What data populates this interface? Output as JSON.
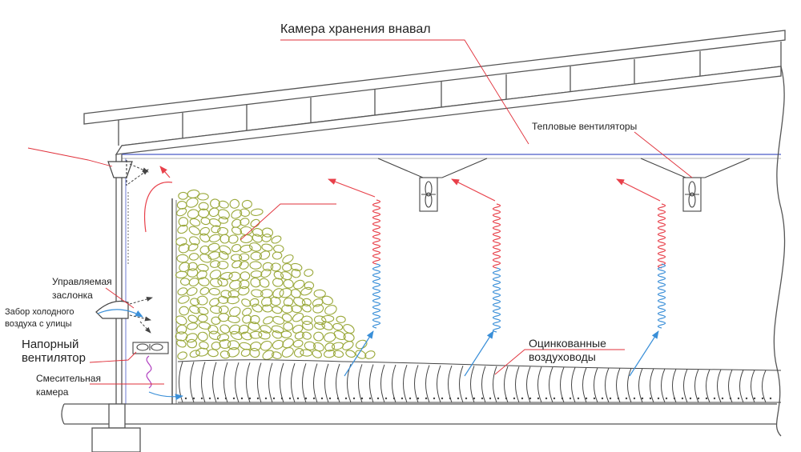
{
  "labels": {
    "storage_chamber": "Камера хранения внавал",
    "heat_fans": "Тепловые вентиляторы",
    "controlled_damper_line1": "Управляемая",
    "controlled_damper_line2": "заслонка",
    "cold_air_intake_line1": "Забор холодного",
    "cold_air_intake_line2": "воздуха с улицы",
    "pressure_fan_line1": "Напорный",
    "pressure_fan_line2": "вентилятор",
    "mixing_chamber_line1": "Смесительная",
    "mixing_chamber_line2": "камера",
    "ducts_line1": "Оцинкованные",
    "ducts_line2": "воздуховоды"
  },
  "colors": {
    "structure": "#555555",
    "leader_line": "#e0303a",
    "warm_air": "#e8404a",
    "cold_air": "#3a8fd8",
    "ceiling_blue": "#4a5ac8",
    "potato": "#9aa83a",
    "duct": "#444444"
  }
}
